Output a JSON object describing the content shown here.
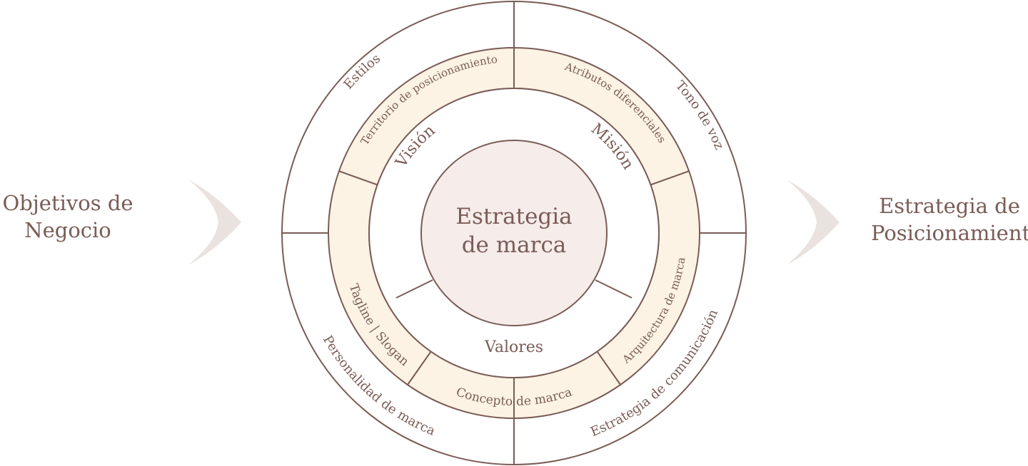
{
  "left_label": {
    "line1": "Objetivos de",
    "line2": "Negocio"
  },
  "right_label": {
    "line1": "Estrategia de",
    "line2": "Posicionamiento"
  },
  "center": {
    "line1": "Estrategia",
    "line2": "de marca"
  },
  "inner_ring": {
    "vision": "Visión",
    "mision": "Misión",
    "valores": "Valores"
  },
  "middle_ring": {
    "territorio": "Territorio de posicionamiento",
    "atributos": "Atributos diferenciales",
    "arquitectura": "Arquitectura de marca",
    "concepto": "Concepto de marca",
    "tagline": "Tagline | Slogan"
  },
  "outer_ring": {
    "estilos": "Estilos",
    "tono": "Tono de voz",
    "comunicacion": "Estrategia de comunicación",
    "personalidad": "Personalidad de marca"
  },
  "colors": {
    "stroke": "#7a5c56",
    "text": "#7a5c56",
    "center_fill": "#f6ecea",
    "band_fill": "#fcf3e4",
    "chevron": "#e9e2df"
  }
}
